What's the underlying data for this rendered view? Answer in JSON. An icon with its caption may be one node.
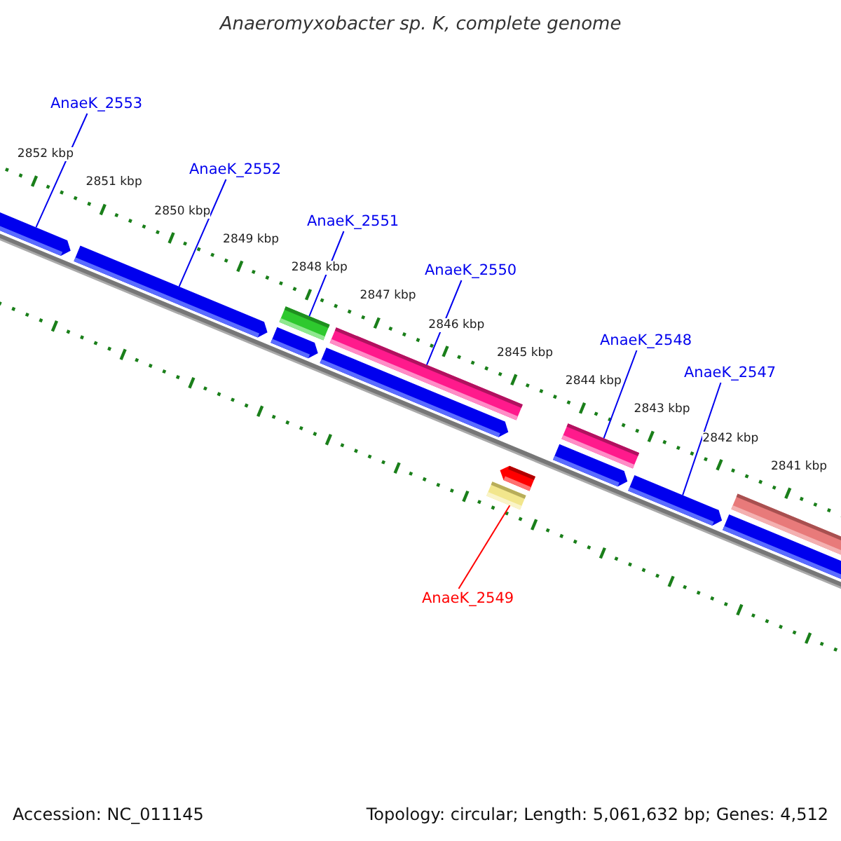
{
  "diagram": {
    "title": "Anaeromyxobacter sp. K, complete genome",
    "nodes": [
      {
        "text": [
          "AnaeK_2553"
        ]
      },
      {
        "text": [
          "AnaeK_2552"
        ]
      },
      {
        "text": [
          "AnaeK_2551"
        ]
      },
      {
        "text": [
          "AnaeK_2550"
        ]
      },
      {
        "text": [
          "AnaeK_2548"
        ]
      },
      {
        "text": [
          "AnaeK_2547"
        ]
      },
      {
        "text": [
          "AnaeK_2549"
        ]
      },
      {
        "text": [],
        "shape": "bar"
      },
      {
        "text": [],
        "shape": "bar"
      },
      {
        "text": [],
        "shape": "bar"
      },
      {
        "text": [],
        "shape": "bar"
      },
      {
        "text": [],
        "shape": "bar"
      },
      {
        "text": [],
        "shape": "bar"
      },
      {
        "text": [],
        "shape": "bar"
      },
      {
        "text": [],
        "shape": "bar"
      },
      {
        "text": [],
        "shape": "bar"
      },
      {
        "text": [],
        "shape": "bar"
      },
      {
        "text": [],
        "shape": "bar"
      },
      {
        "text": [],
        "shape": "bar"
      },
      {
        "text": [],
        "shape": "bar"
      }
    ],
    "edges": [
      {
        "from": 0,
        "to": 7,
        "arrow": "none"
      },
      {
        "from": 1,
        "to": 8,
        "arrow": "none"
      },
      {
        "from": 2,
        "to": 9,
        "arrow": "none"
      },
      {
        "from": 3,
        "to": 11,
        "arrow": "none"
      },
      {
        "from": 4,
        "to": 15,
        "arrow": "none"
      },
      {
        "from": 5,
        "to": 17,
        "arrow": "none"
      },
      {
        "from": 6,
        "to": 13,
        "arrow": "none",
        "color": "#ff0000"
      }
    ],
    "labels": [
      "2852 kbp",
      "2851 kbp",
      "2850 kbp",
      "2849 kbp",
      "2848 kbp",
      "2847 kbp",
      "2846 kbp",
      "2845 kbp",
      "2844 kbp",
      "2843 kbp",
      "2842 kbp",
      "2841 kbp",
      "Accession: NC_011145",
      "Topology: circular; Length: 5,061,632 bp; Genes: 4,512"
    ]
  }
}
